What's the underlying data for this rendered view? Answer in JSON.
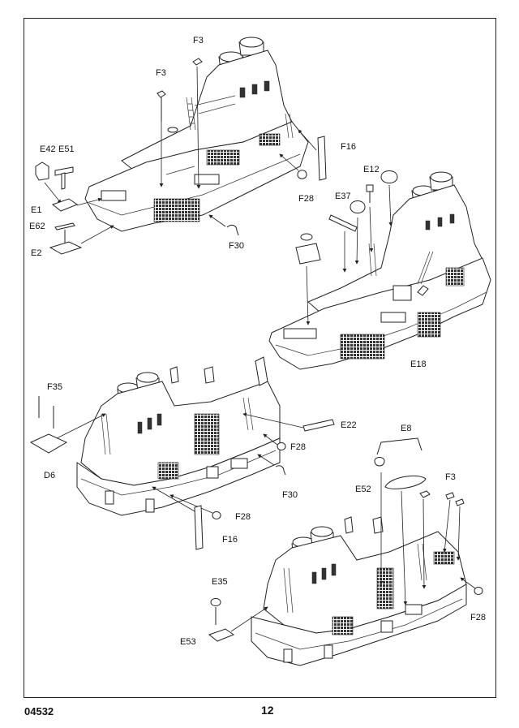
{
  "page": {
    "code": "04532",
    "number": "12"
  },
  "labels": {
    "f3_a": "F3",
    "f3_b": "F3",
    "e42": "E42",
    "e51": "E51",
    "e1": "E1",
    "e62": "E62",
    "e2": "E2",
    "f16_a": "F16",
    "f28_a": "F28",
    "f30_a": "F30",
    "e12": "E12",
    "e37": "E37",
    "e18": "E18",
    "f35": "F35",
    "d6": "D6",
    "e22": "E22",
    "f28_b": "F28",
    "f30_b": "F30",
    "f28_c": "F28",
    "f16_b": "F16",
    "e8": "E8",
    "e52": "E52",
    "f3_c": "F3",
    "e35": "E35",
    "e53": "E53",
    "f28_d": "F28"
  }
}
